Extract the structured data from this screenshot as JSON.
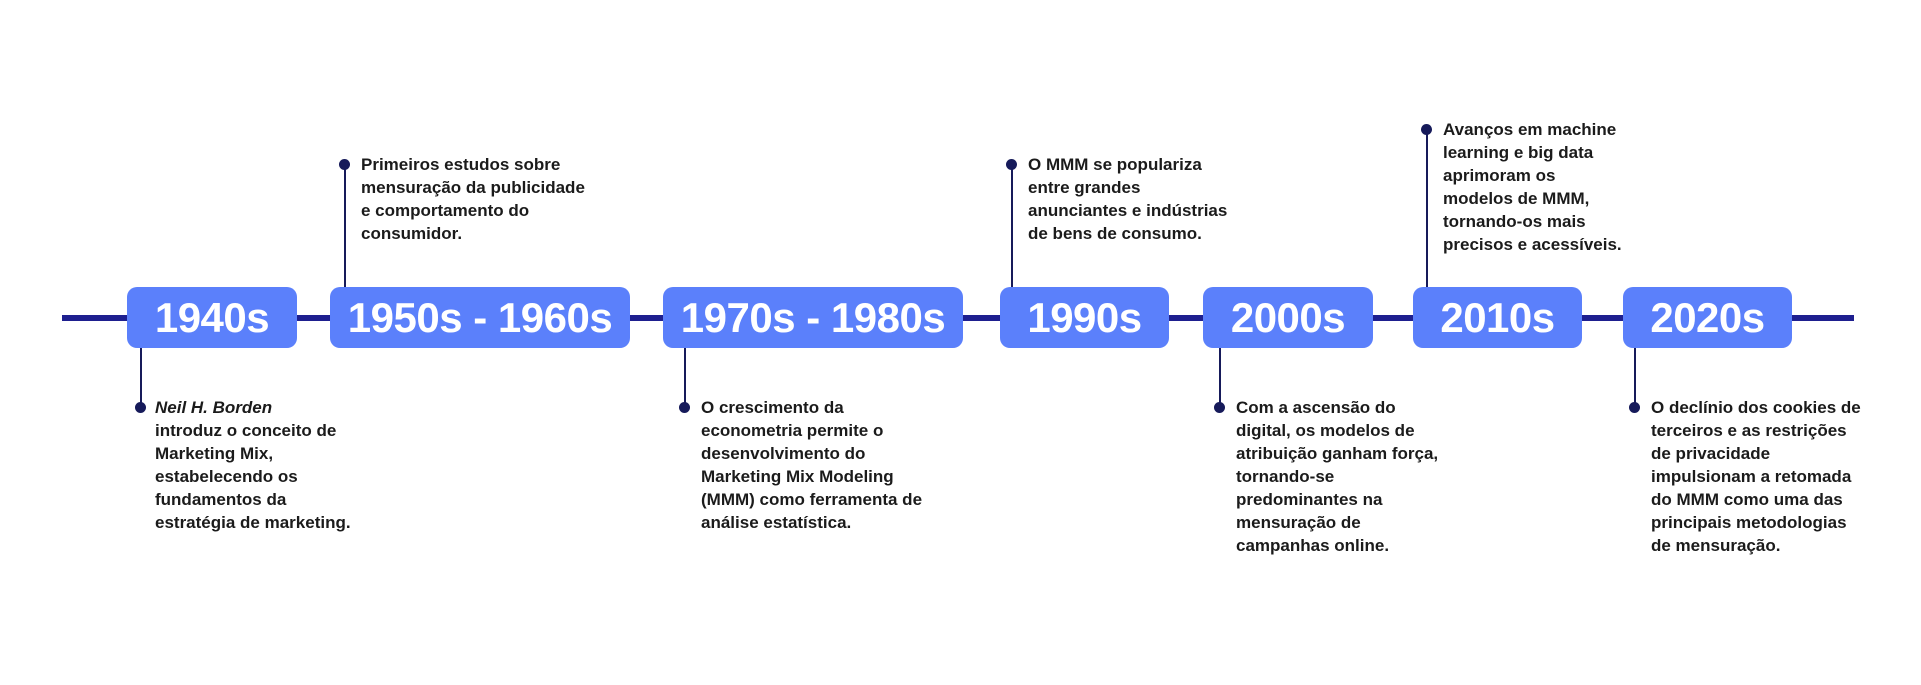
{
  "colors": {
    "box_fill": "#5b80fb",
    "axis_line": "#1e1f8f",
    "connector": "#161a5a",
    "text": "#1b1b1b",
    "box_text": "#ffffff"
  },
  "events": [
    {
      "label": "1940s",
      "position": "below",
      "highlight": "Neil H. Borden",
      "text": "introduz o conceito de\nMarketing Mix,\nestabelecendo os\nfundamentos da\nestratégia de marketing."
    },
    {
      "label": "1950s - 1960s",
      "position": "above",
      "text": "Primeiros estudos sobre\nmensuração da publicidade\ne comportamento do\nconsumidor."
    },
    {
      "label": "1970s - 1980s",
      "position": "below",
      "text": "O crescimento da\neconometria permite o\ndesenvolvimento do\nMarketing Mix Modeling\n(MMM) como ferramenta de\nanálise estatística."
    },
    {
      "label": "1990s",
      "position": "above",
      "text": "O MMM se populariza\nentre grandes\nanunciantes e indústrias\nde bens de consumo."
    },
    {
      "label": "2000s",
      "position": "below",
      "text": "Com a ascensão do\ndigital, os modelos de\natribuição ganham força,\ntornando-se\npredominantes na\nmensuração de\ncampanhas online."
    },
    {
      "label": "2010s",
      "position": "above",
      "text": "Avanços em machine\nlearning e big data\naprimoram os\nmodelos de MMM,\ntornando-os mais\nprecisos e acessíveis."
    },
    {
      "label": "2020s",
      "position": "below",
      "text": "O declínio dos cookies de\nterceiros e as restrições\nde privacidade\nimpulsionam a retomada\ndo MMM como uma das\nprincipais metodologias\nde mensuração."
    }
  ]
}
